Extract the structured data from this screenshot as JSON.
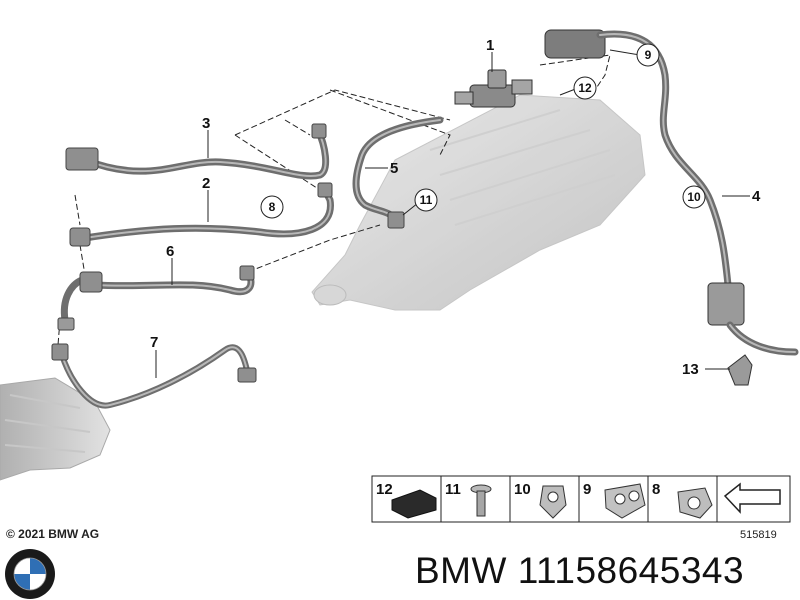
{
  "header": {},
  "diagram": {
    "callouts": [
      {
        "id": "1",
        "label": "1"
      },
      {
        "id": "2",
        "label": "2"
      },
      {
        "id": "3",
        "label": "3"
      },
      {
        "id": "4",
        "label": "4"
      },
      {
        "id": "5",
        "label": "5"
      },
      {
        "id": "6",
        "label": "6"
      },
      {
        "id": "7",
        "label": "7"
      },
      {
        "id": "13",
        "label": "13"
      }
    ],
    "circled_callouts": [
      {
        "id": "8",
        "label": "8"
      },
      {
        "id": "9",
        "label": "9"
      },
      {
        "id": "10",
        "label": "10"
      },
      {
        "id": "11",
        "label": "11"
      },
      {
        "id": "12",
        "label": "12"
      }
    ],
    "legend": [
      {
        "label": "12",
        "part": "rubber-pad"
      },
      {
        "label": "11",
        "part": "bolt"
      },
      {
        "label": "10",
        "part": "clip"
      },
      {
        "label": "9",
        "part": "double-clip"
      },
      {
        "label": "8",
        "part": "hose-clamp"
      }
    ],
    "reference_number": "515819"
  },
  "footer": {
    "copyright": "© 2021 BMW AG",
    "part_number": "BMW 11158645343",
    "logo_icon": "bmw-roundel-icon"
  },
  "colors": {
    "hose": "#6e6e6e",
    "hose_light": "#b8b8b8",
    "line": "#222222",
    "engine": "#cfcfcf"
  }
}
